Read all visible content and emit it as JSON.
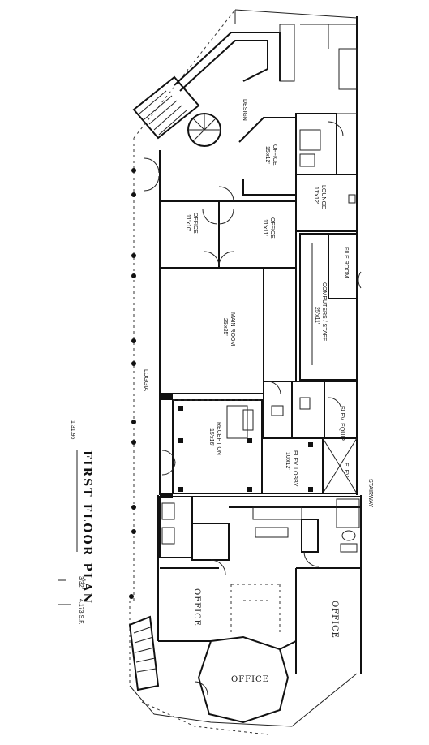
{
  "plan": {
    "title": "FIRST FLOOR PLAN",
    "scale": "3/32\"",
    "area": "4,173 S.F.",
    "date": "1.31.96",
    "rooms": {
      "design": "DESIGN",
      "office_top": "OFFICE",
      "office_top_dim": "15'x12'",
      "lounge": "LOUNGE",
      "lounge_dim": "11'x12'",
      "office_a": "OFFICE",
      "office_a_dim": "11'x10'",
      "office_b": "OFFICE",
      "office_b_dim": "11'x11'",
      "file_room": "FILE ROOM",
      "computer_room": "COMPUTERS / STAFF",
      "computer_dim": "25'x11'",
      "main_room": "MAIN ROOM",
      "main_room_dim": "25'x25'",
      "loggia": "LOGGIA",
      "elev_equip": "ELEV. EQUIP.",
      "reception": "RECEPTION",
      "reception_dim": "15'x16'",
      "elev_lobby": "ELEV. LOBBY",
      "elev_lobby_dim": "10'x12'",
      "elev": "ELEV.",
      "stairway": "STAIRWAY",
      "office_left": "OFFICE",
      "office_right": "OFFICE",
      "office_bottom": "OFFICE"
    }
  }
}
